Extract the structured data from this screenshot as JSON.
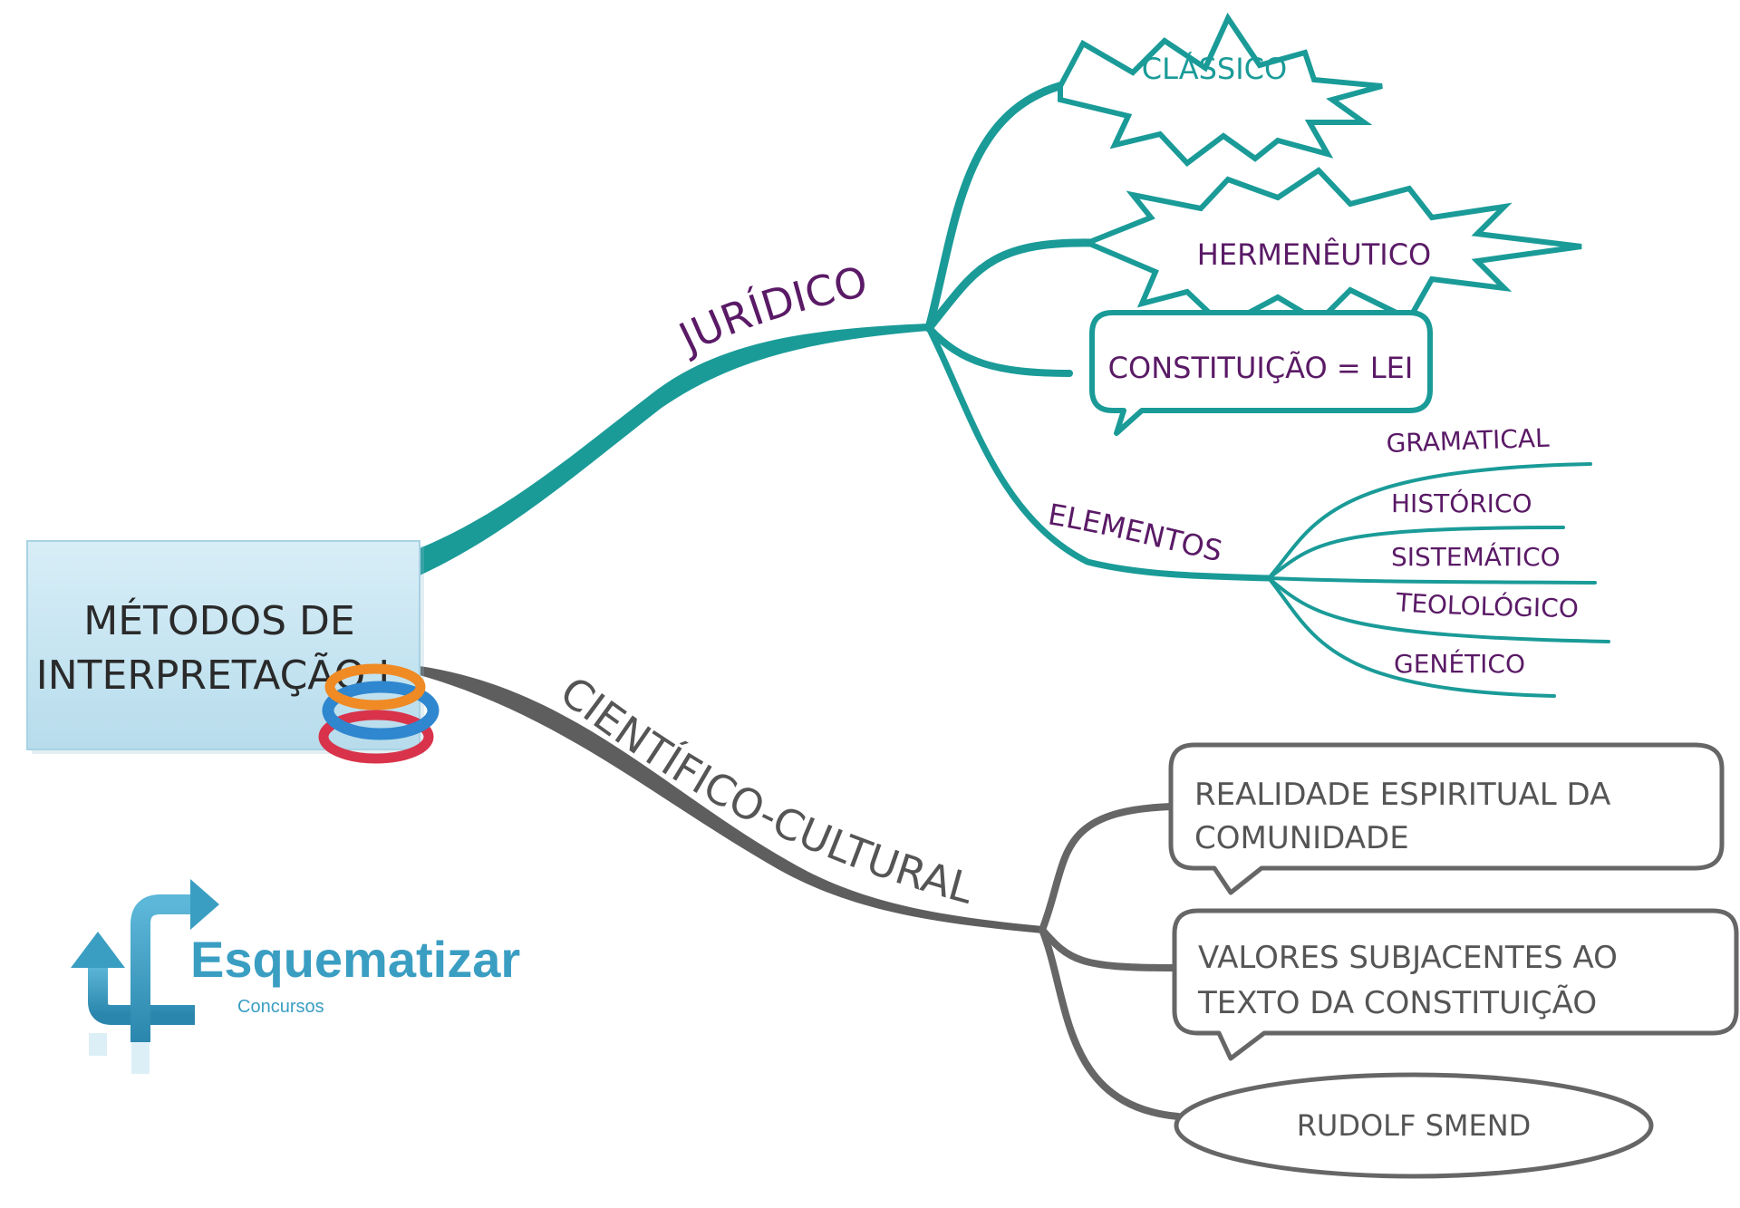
{
  "central": {
    "line1": "MÉTODOS DE",
    "line2": "INTERPRETAÇÃO I"
  },
  "branches": {
    "juridico": {
      "label": "JURÍDICO",
      "children": {
        "classico": "CLÁSSICO",
        "hermeneutico": "HERMENÊUTICO",
        "constituicao": "CONSTITUIÇÃO = LEI",
        "elementos": {
          "label": "ELEMENTOS",
          "items": [
            "GRAMATICAL",
            "HISTÓRICO",
            "SISTEMÁTICO",
            "TEOLOLÓGICO",
            "GENÉTICO"
          ]
        }
      }
    },
    "cientifico": {
      "label": "CIENTÍFICO-CULTURAL",
      "children": {
        "realidade": {
          "line1": "REALIDADE ESPIRITUAL DA",
          "line2": "COMUNIDADE"
        },
        "valores": {
          "line1": "VALORES SUBJACENTES AO",
          "line2": "TEXTO DA CONSTITUIÇÃO"
        },
        "rudolf": "RUDOLF SMEND"
      }
    }
  },
  "logo": {
    "name": "Esquematizar",
    "tagline": "Concursos"
  },
  "colors": {
    "teal": "#1a9b98",
    "purple": "#5a1a66",
    "gray": "#666666",
    "logo_blue": "#3a9ec2"
  }
}
